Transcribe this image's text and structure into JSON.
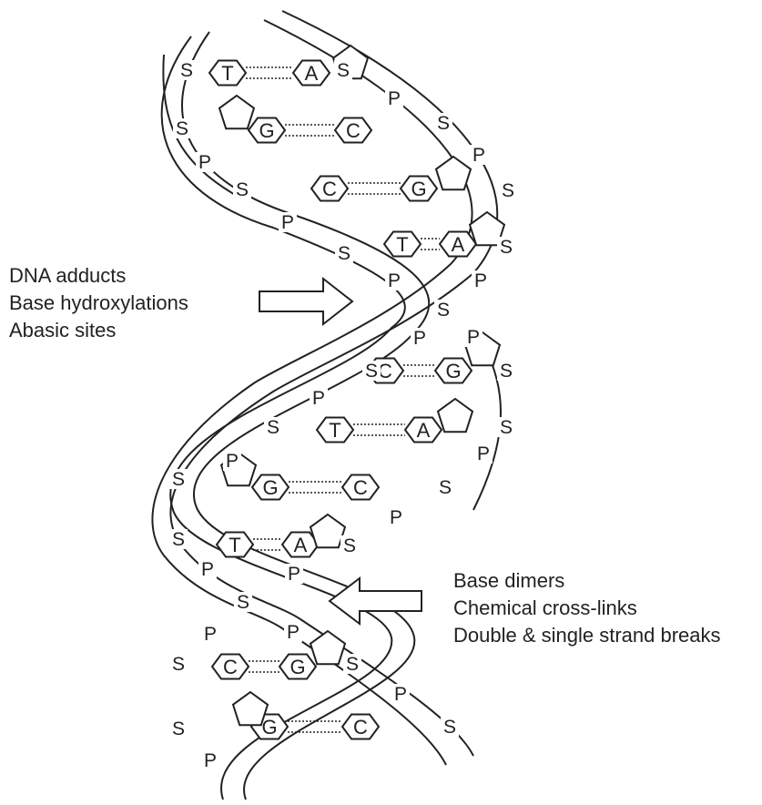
{
  "left_labels": [
    "DNA adducts",
    "Base hydroxylations",
    "Abasic sites"
  ],
  "right_labels": [
    "Base dimers",
    "Chemical cross-links",
    "Double & single strand breaks"
  ],
  "base_pairs": [
    {
      "left": "T",
      "right": "A"
    },
    {
      "left": "G",
      "right": "C"
    },
    {
      "left": "C",
      "right": "G"
    },
    {
      "left": "T",
      "right": "A"
    },
    {
      "left": "C",
      "right": "G"
    },
    {
      "left": "T",
      "right": "A"
    },
    {
      "left": "G",
      "right": "C"
    },
    {
      "left": "T",
      "right": "A"
    },
    {
      "left": "C",
      "right": "G"
    },
    {
      "left": "G",
      "right": "C"
    }
  ],
  "backbone_letters": {
    "sugar": "S",
    "phosphate": "P"
  },
  "colors": {
    "line": "#222222",
    "background": "#ffffff"
  }
}
